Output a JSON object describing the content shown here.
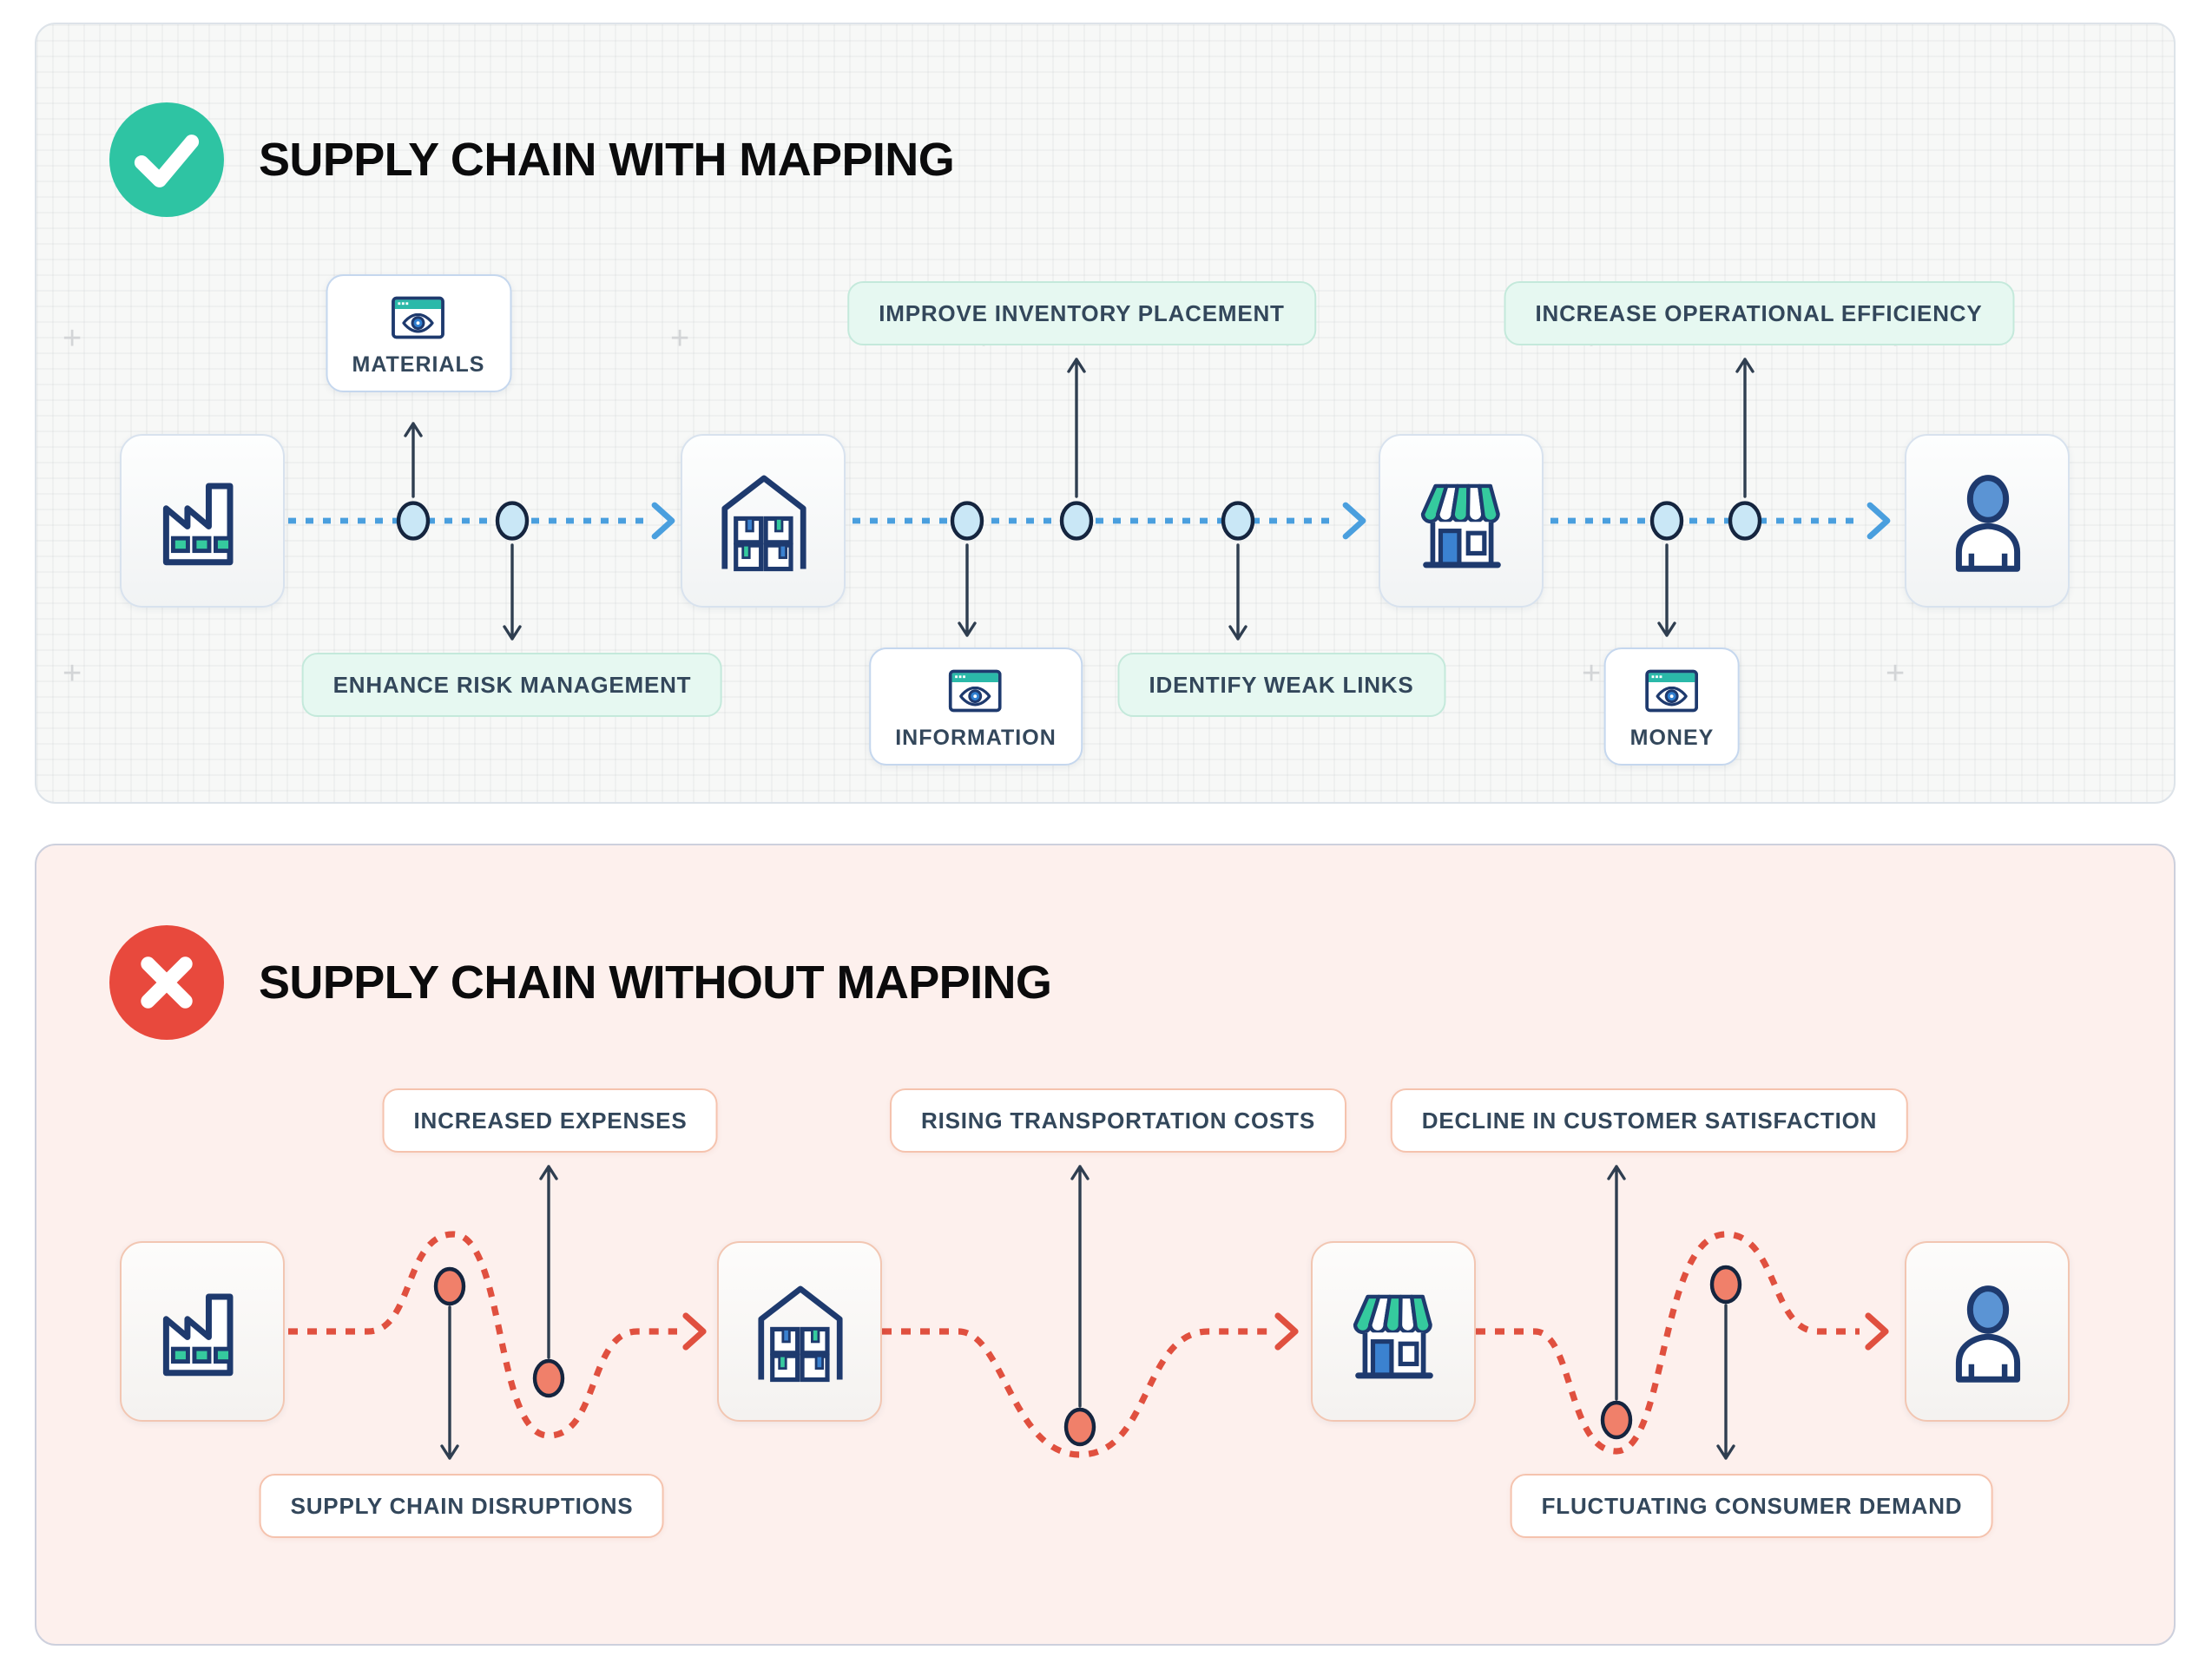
{
  "top_panel": {
    "title": "SUPPLY CHAIN WITH MAPPING",
    "status": "check",
    "stages": [
      "factory",
      "warehouse",
      "store",
      "customer"
    ],
    "flow_cards": {
      "materials": "MATERIALS",
      "information": "INFORMATION",
      "money": "MONEY"
    },
    "badges": {
      "improve": "IMPROVE INVENTORY PLACEMENT",
      "increase": "INCREASE OPERATIONAL EFFICIENCY",
      "enhance": "ENHANCE RISK MANAGEMENT",
      "identify": "IDENTIFY WEAK LINKS"
    }
  },
  "bottom_panel": {
    "title": "SUPPLY CHAIN WITHOUT MAPPING",
    "status": "cross",
    "stages": [
      "factory",
      "warehouse",
      "store",
      "customer"
    ],
    "badges": {
      "expenses": "INCREASED EXPENSES",
      "transport": "RISING TRANSPORTATION COSTS",
      "decline": "DECLINE IN CUSTOMER SATISFACTION",
      "disruptions": "SUPPLY CHAIN DISRUPTIONS",
      "demand": "FLUCTUATING CONSUMER DEMAND"
    }
  },
  "colors": {
    "success": "#2EC4A3",
    "error": "#E8493D",
    "flow-blue": "#4A9FDE",
    "flow-red": "#E0503F",
    "node-blue": "#C9E7F6",
    "node-red": "#F0806A",
    "ink": "#15253F",
    "navy": "#1E3A6E",
    "teal": "#2BB9A9",
    "green": "#35CA9E",
    "blue-fill": "#3B82D0",
    "head-blue": "#5B94D4",
    "badge-text": "#33475B",
    "mint-bg": "#E6F8F1",
    "mint-border": "#C4E9DB",
    "salmon-border": "#F5C3AE",
    "panel-border-top": "#DDE3E9",
    "panel-border-bottom": "#CDD0DD"
  }
}
